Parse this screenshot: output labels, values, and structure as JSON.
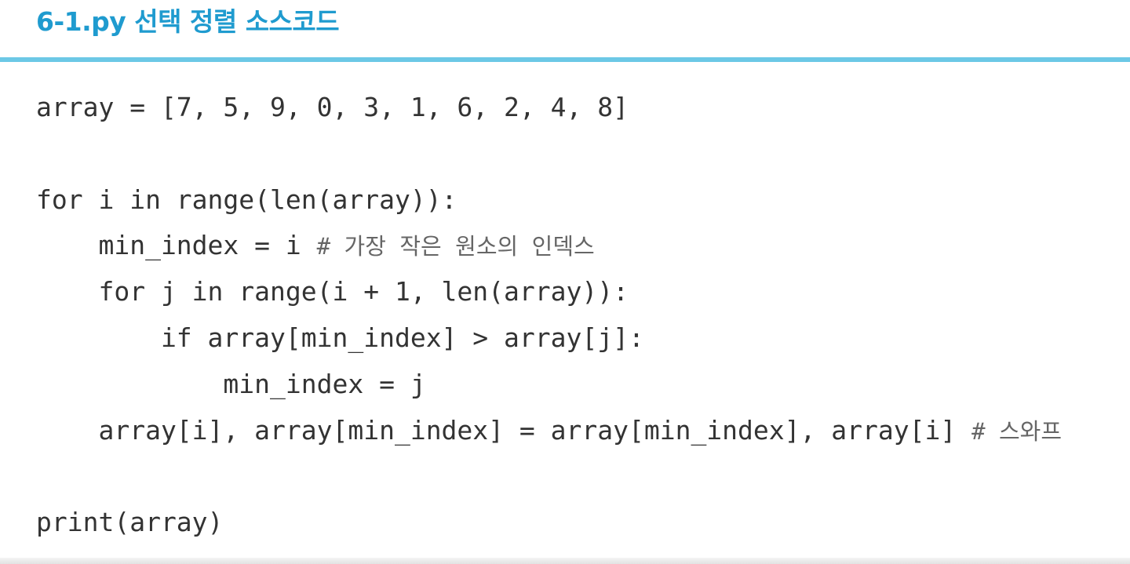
{
  "header": {
    "title": "6-1.py 선택 정렬 소스코드"
  },
  "code": {
    "lines": [
      {
        "text": "array = [7, 5, 9, 0, 3, 1, 6, 2, 4, 8]",
        "comment": ""
      },
      {
        "text": "",
        "comment": ""
      },
      {
        "text": "for i in range(len(array)):",
        "comment": ""
      },
      {
        "text": "    min_index = i ",
        "comment": "# 가장 작은 원소의 인덱스"
      },
      {
        "text": "    for j in range(i + 1, len(array)):",
        "comment": ""
      },
      {
        "text": "        if array[min_index] > array[j]:",
        "comment": ""
      },
      {
        "text": "            min_index = j",
        "comment": ""
      },
      {
        "text": "    array[i], array[min_index] = array[min_index], array[i] ",
        "comment": "# 스와프"
      },
      {
        "text": "",
        "comment": ""
      },
      {
        "text": "print(array)",
        "comment": ""
      }
    ]
  },
  "colors": {
    "title": "#1f9bcf",
    "rule": "#6cc8e6",
    "code": "#333333",
    "comment": "#666666"
  }
}
